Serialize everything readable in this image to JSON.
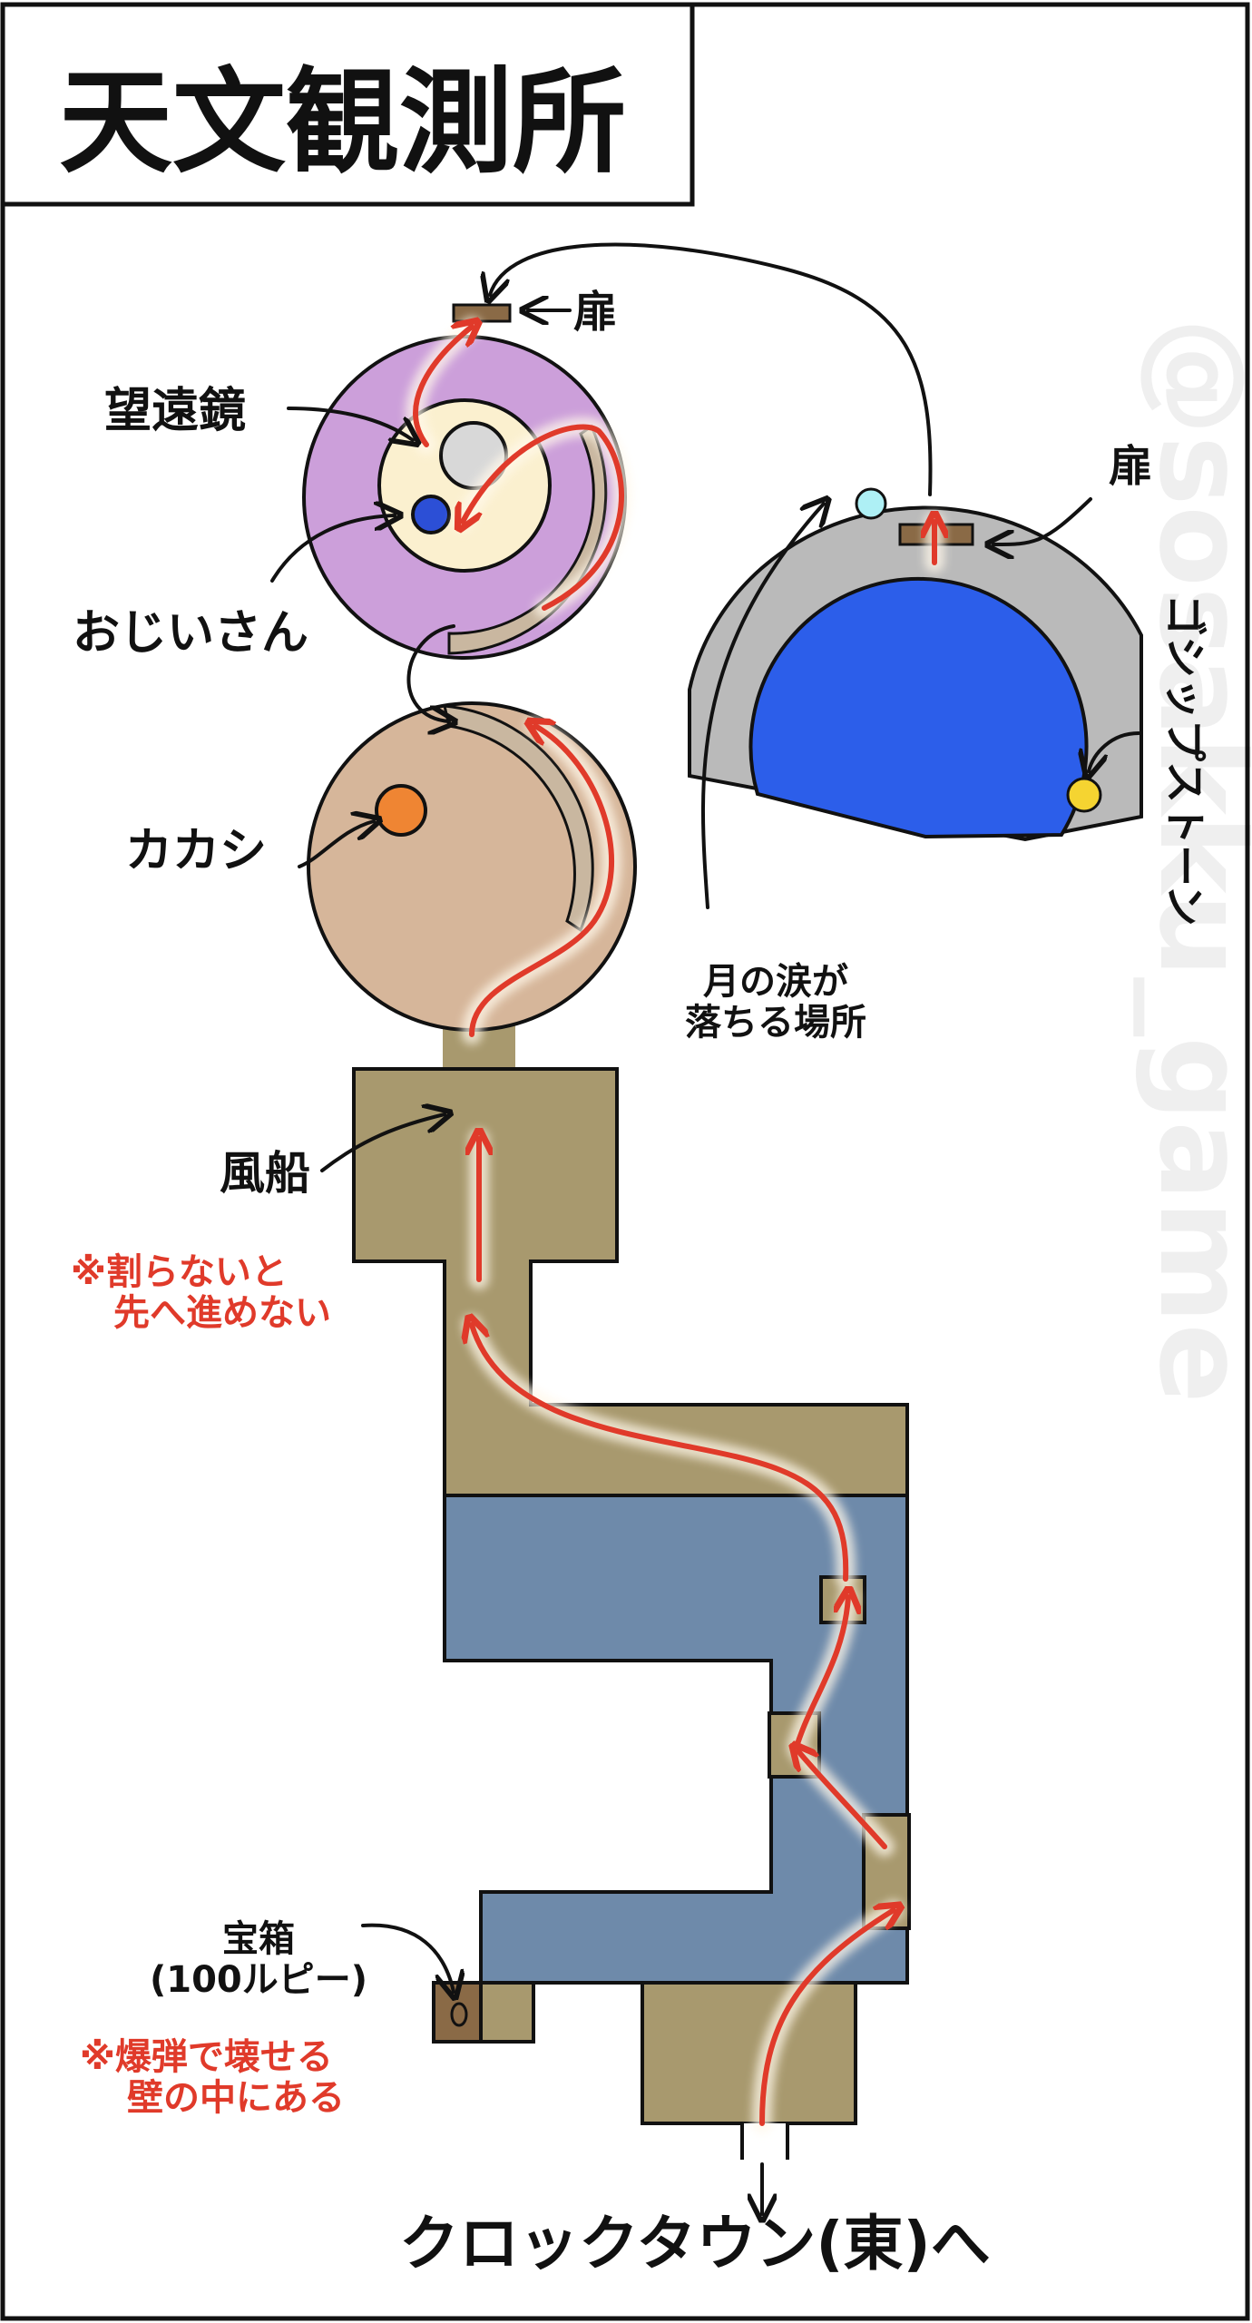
{
  "title": "天文観測所",
  "watermark": "@sosakku_game",
  "colors": {
    "floor": "#a8996e",
    "water": "#6e8aaa",
    "room_scarecrow": "#d6b69a",
    "room_telescope": "#cc9fda",
    "telescope_inner": "#fbf0cf",
    "sky_sphere": "#2c5eea",
    "dome_grey": "#bababa",
    "route_arrow": "#e03a2a",
    "warning_text": "#e03a2a",
    "balloon": "#8e55b7",
    "scarecrow": "#ef8533",
    "grandpa": "#2c4fd6",
    "moon_tear": "#aef0f5",
    "gossip_stone": "#f5d431",
    "chest": "#8a6a46"
  },
  "labels": {
    "door_top": "扉",
    "door_right": "扉",
    "telescope": "望遠鏡",
    "grandpa": "おじいさん",
    "scarecrow": "カカシ",
    "balloon": "風船",
    "gossip_stone": "ゴシップストーン",
    "moon_tear_line1": "月の涙が",
    "moon_tear_line2": "落ちる場所",
    "chest_line1": "宝箱",
    "chest_line2": "(100ルピー)",
    "exit": "クロックタウン(東)へ"
  },
  "notes": {
    "balloon_line1": "※割らないと",
    "balloon_line2": "先へ進めない",
    "chest_line1": "※爆弾で壊せる",
    "chest_line2": "壁の中にある"
  }
}
